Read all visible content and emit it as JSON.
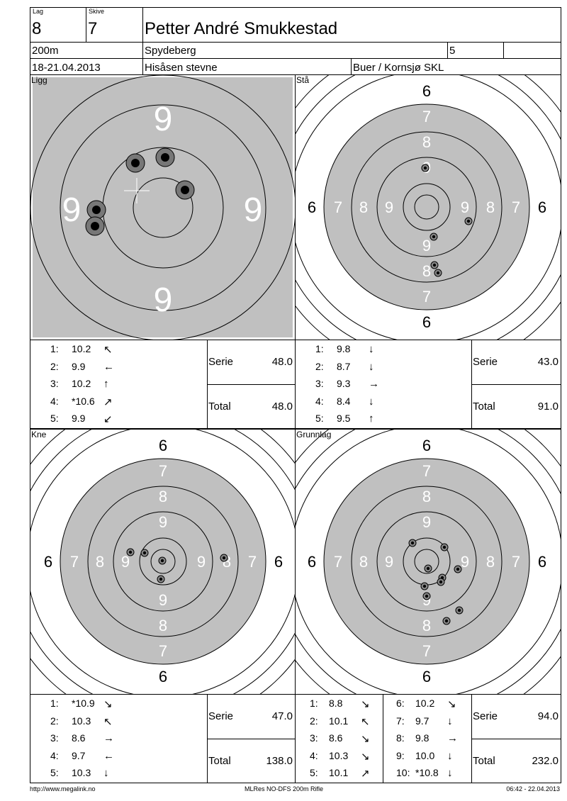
{
  "header": {
    "lag_label": "Lag",
    "lag_value": "8",
    "skive_label": "Skive",
    "skive_value": "7",
    "name": "Petter André Smukkestad",
    "distance": "200m",
    "place": "Spydeberg",
    "field_5": "5",
    "date": "18-21.04.2013",
    "event": "Hisåsen stevne",
    "club": "Buer / Kornsjø SKL"
  },
  "panels": {
    "ligg": {
      "label": "Ligg",
      "ring_labels": [
        "9",
        "9",
        "9",
        "9"
      ],
      "shots": [
        {
          "n": "1:",
          "score": "10.2",
          "arrow": "↖"
        },
        {
          "n": "2:",
          "score": "9.9",
          "arrow": "←"
        },
        {
          "n": "3:",
          "score": "10.2",
          "arrow": "↑"
        },
        {
          "n": "4:",
          "score": "*10.6",
          "arrow": "↗"
        },
        {
          "n": "5:",
          "score": "9.9",
          "arrow": "↙"
        }
      ],
      "serie_label": "Serie",
      "serie": "48.0",
      "total_label": "Total",
      "total": "48.0"
    },
    "staa": {
      "label": "Stå",
      "shots": [
        {
          "n": "1:",
          "score": "9.8",
          "arrow": "↓"
        },
        {
          "n": "2:",
          "score": "8.7",
          "arrow": "↓"
        },
        {
          "n": "3:",
          "score": "9.3",
          "arrow": "→"
        },
        {
          "n": "4:",
          "score": "8.4",
          "arrow": "↓"
        },
        {
          "n": "5:",
          "score": "9.5",
          "arrow": "↑"
        }
      ],
      "serie_label": "Serie",
      "serie": "43.0",
      "total_label": "Total",
      "total": "91.0"
    },
    "kne": {
      "label": "Kne",
      "shots": [
        {
          "n": "1:",
          "score": "*10.9",
          "arrow": "↘"
        },
        {
          "n": "2:",
          "score": "10.3",
          "arrow": "↖"
        },
        {
          "n": "3:",
          "score": "8.6",
          "arrow": "→"
        },
        {
          "n": "4:",
          "score": "9.7",
          "arrow": "←"
        },
        {
          "n": "5:",
          "score": "10.3",
          "arrow": "↓"
        }
      ],
      "serie_label": "Serie",
      "serie": "47.0",
      "total_label": "Total",
      "total": "138.0"
    },
    "grunnlag": {
      "label": "Grunnlag",
      "shots": [
        {
          "n": "1:",
          "score": "8.8",
          "arrow": "↘"
        },
        {
          "n": "2:",
          "score": "10.1",
          "arrow": "↖"
        },
        {
          "n": "3:",
          "score": "8.6",
          "arrow": "↘"
        },
        {
          "n": "4:",
          "score": "10.3",
          "arrow": "↘"
        },
        {
          "n": "5:",
          "score": "10.1",
          "arrow": "↗"
        },
        {
          "n": "6:",
          "score": "10.2",
          "arrow": "↘"
        },
        {
          "n": "7:",
          "score": "9.7",
          "arrow": "↓"
        },
        {
          "n": "8:",
          "score": "9.8",
          "arrow": "→"
        },
        {
          "n": "9:",
          "score": "10.0",
          "arrow": "↓"
        },
        {
          "n": "10:",
          "score": "*10.8",
          "arrow": "↓"
        }
      ],
      "serie_label": "Serie",
      "serie": "94.0",
      "total_label": "Total",
      "total": "232.0"
    }
  },
  "target_ring_labels": {
    "six": "6",
    "seven": "7",
    "eight": "8",
    "nine": "9"
  },
  "footer": {
    "url": "http://www.megalink.no",
    "program": "MLRes NO-DFS 200m Rifle",
    "timestamp": "06:42 - 22.04.2013"
  },
  "colors": {
    "target_gray": "#c0c0c0",
    "line": "#000000",
    "bg": "#ffffff"
  }
}
